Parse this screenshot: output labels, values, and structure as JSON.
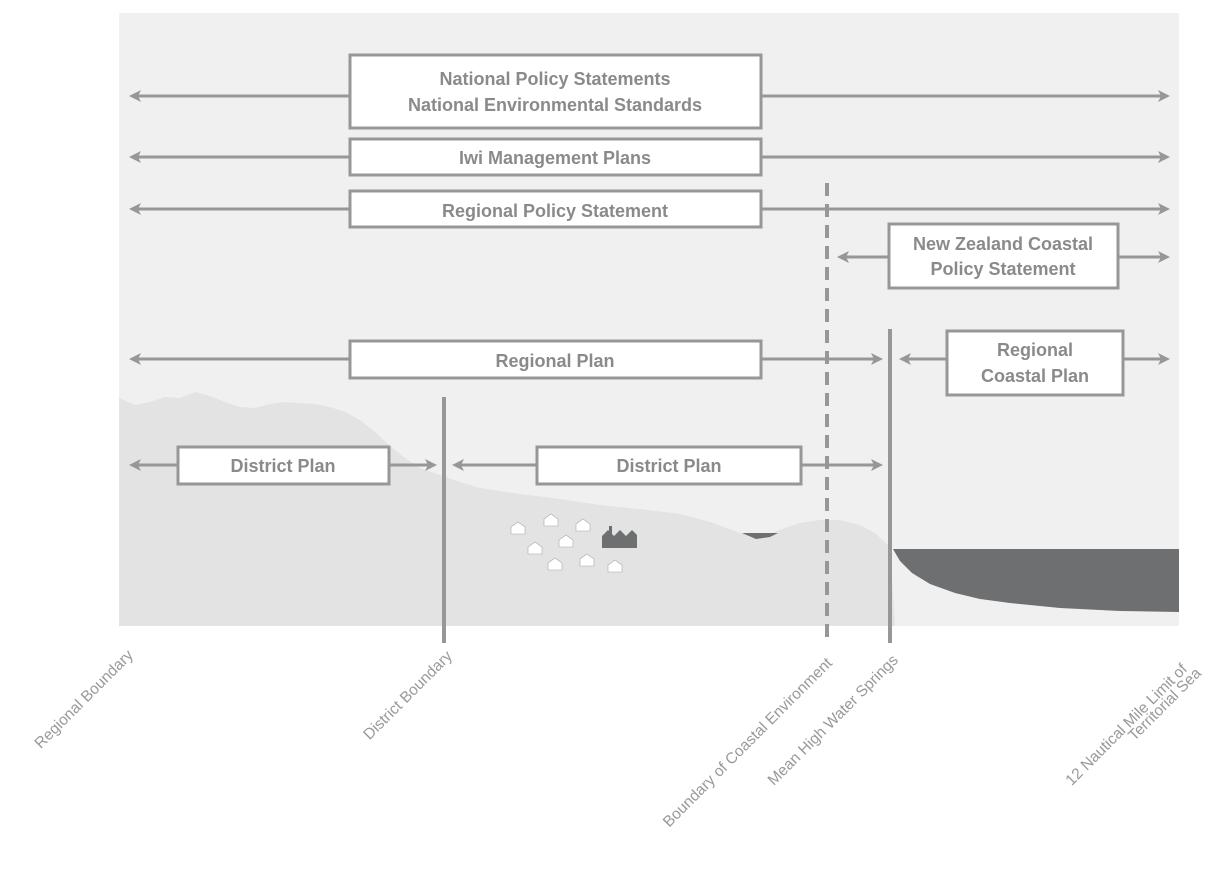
{
  "colors": {
    "panel": "#f0f0f0",
    "land": "#e3e3e4",
    "sea": "#6e6f70",
    "arrow": "#979797",
    "box_border": "#979797",
    "text": "#8a8a8a",
    "houses": "#ffffff",
    "factory": "#6e6f70"
  },
  "plans": {
    "national": {
      "line1": "National Policy Statements",
      "line2": "National Environmental Standards"
    },
    "iwi": {
      "label": "Iwi Management Plans"
    },
    "rps": {
      "label": "Regional Policy Statement"
    },
    "nzcps": {
      "line1": "New Zealand Coastal",
      "line2": "Policy Statement"
    },
    "regional_plan": {
      "label": "Regional Plan"
    },
    "regional_coastal_plan": {
      "line1": "Regional",
      "line2": "Coastal Plan"
    },
    "district_plan_left": {
      "label": "District Plan"
    },
    "district_plan_right": {
      "label": "District Plan"
    }
  },
  "boundaries": {
    "regional": "Regional Boundary",
    "district": "District Boundary",
    "coastal_environment": "Boundary of Coastal Environment",
    "mhws": "Mean High Water Springs",
    "territorial_line1": "12 Nautical Mile Limit of",
    "territorial_line2": "Territorial Sea"
  },
  "icons": {
    "houses": "house-icon",
    "factory": "factory-icon"
  }
}
